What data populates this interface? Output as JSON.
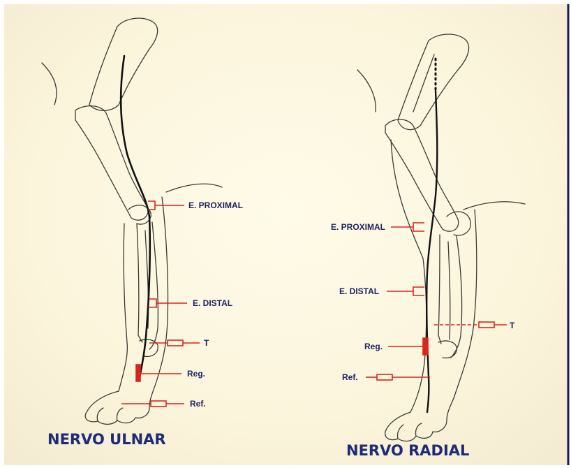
{
  "ulnar": {
    "title": "NERVO ULNAR",
    "labels": {
      "proximal": "E. PROXIMAL",
      "distal": "E. DISTAL",
      "t": "T",
      "reg": "Reg.",
      "ref": "Ref."
    }
  },
  "radial": {
    "title": "NERVO RADIAL",
    "labels": {
      "proximal": "E. PROXIMAL",
      "distal": "E. DISTAL",
      "t": "T",
      "reg": "Reg.",
      "ref": "Ref."
    }
  },
  "colors": {
    "background": "#fbf6e2",
    "outline": "#3a3a33",
    "nerve": "#111111",
    "electrode": "#d8261c",
    "label_text": "#1f2266",
    "title_text": "#1f2a78"
  }
}
